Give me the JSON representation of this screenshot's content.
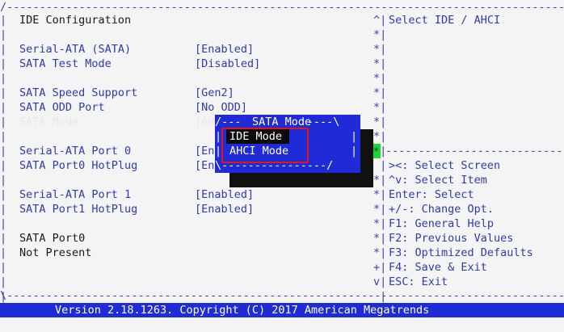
{
  "left_panel": {
    "title": "IDE Configuration",
    "items": [
      {
        "label": "Serial-ATA (SATA)",
        "value": "[Enabled]"
      },
      {
        "label": "SATA Test Mode",
        "value": "[Disabled]"
      },
      {
        "label": "SATA Speed Support",
        "value": "[Gen2]"
      },
      {
        "label": "SATA ODD Port",
        "value": "[No ODD]"
      },
      {
        "label": "SATA Mode",
        "value": "[AH"
      },
      {
        "label": "Serial-ATA Port 0",
        "value": "[En"
      },
      {
        "label": "SATA Port0 HotPlug",
        "value": "[En"
      },
      {
        "label": "Serial-ATA Port 1",
        "value": "[Enabled]"
      },
      {
        "label": "SATA Port1 HotPlug",
        "value": "[Enabled]"
      }
    ],
    "port_status_label": "SATA Port0",
    "port_status_value": "Not Present"
  },
  "right_panel": {
    "help_title": "Select IDE / AHCI",
    "keys": [
      "><: Select Screen",
      "^v: Select Item",
      "Enter: Select",
      "+/-: Change Opt.",
      "F1: General Help",
      "F2: Previous Values",
      "F3: Optimized Defaults",
      "F4: Save & Exit",
      "ESC: Exit"
    ]
  },
  "popup": {
    "title": "SATA Mode",
    "options": [
      "IDE Mode",
      "AHCI Mode"
    ],
    "selected": "IDE Mode"
  },
  "footer": {
    "version": "Version 2.18.1263. Copyright (C) 2017 American Megatrends"
  },
  "colors": {
    "background": "#f4f4f4",
    "text_blue": "#2f3ab0",
    "footer_blue": "#1e2bd6",
    "highlight_red": "#e01616",
    "scroll_green": "#1ed43c"
  }
}
